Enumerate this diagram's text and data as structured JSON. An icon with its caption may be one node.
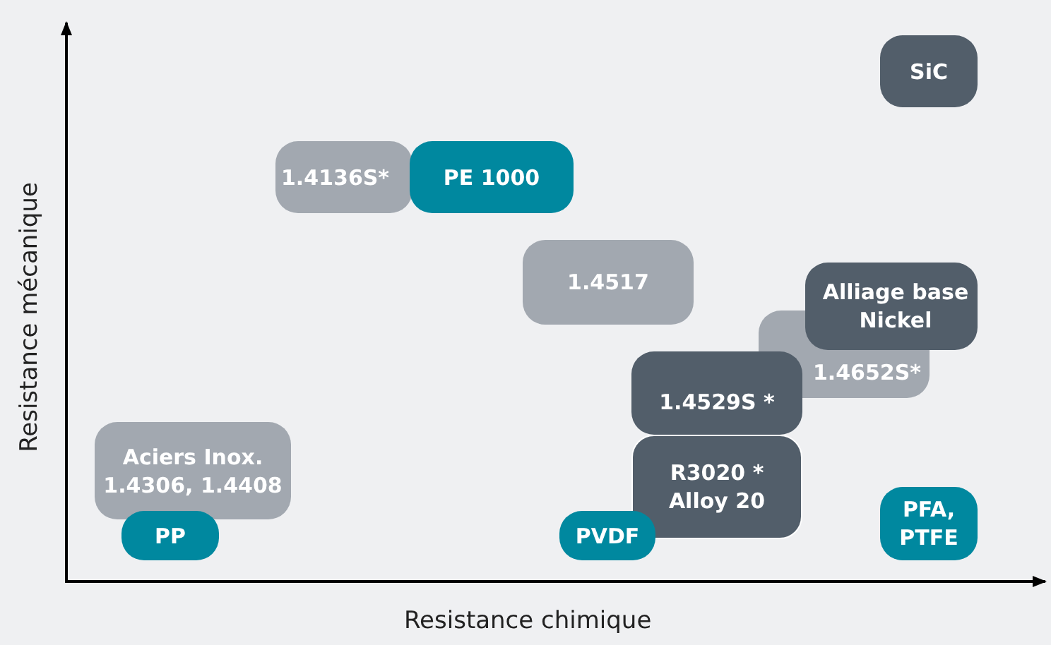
{
  "diagram": {
    "nodes": [
      {
        "text": [
          "SiC"
        ]
      },
      {
        "text": [
          "1.4136S*"
        ]
      },
      {
        "text": [
          "PE 1000"
        ]
      },
      {
        "text": [
          "1.4517"
        ]
      },
      {
        "text": [
          "Alliage base Nickel"
        ]
      },
      {
        "text": [
          "1.4652S*"
        ]
      },
      {
        "text": [
          "1.4529S *"
        ]
      },
      {
        "text": [
          "R3020 * Alloy 20"
        ]
      },
      {
        "text": [
          "Aciers Inox. 1.4306, 1.4408"
        ]
      },
      {
        "text": [
          "PP"
        ]
      },
      {
        "text": [
          "PVDF"
        ]
      },
      {
        "text": [
          "PFA, PTFE"
        ]
      }
    ],
    "labels": [
      "Resistance mécanique",
      "Resistance chimique"
    ]
  }
}
